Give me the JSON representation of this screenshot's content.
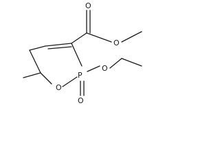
{
  "structure": {
    "atoms": {
      "ring_oxygen": "O",
      "phosphorus": "P",
      "phosphoryl_oxygen": "O",
      "ethoxy_oxygen": "O",
      "carbonyl_oxygen": "O",
      "ester_oxygen": "O"
    }
  }
}
